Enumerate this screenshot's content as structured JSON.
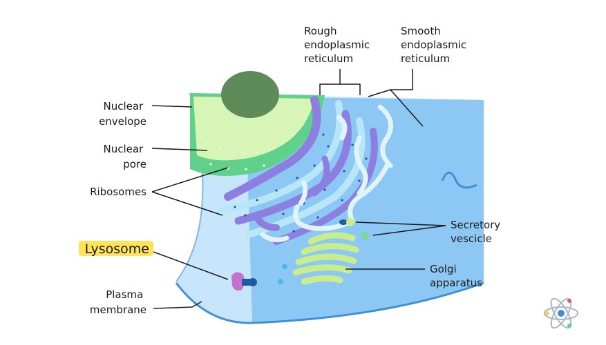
{
  "diagram": {
    "labels": {
      "rough_er": [
        "Rough",
        "endoplasmic",
        "reticulum"
      ],
      "smooth_er": [
        "Smooth",
        "endoplasmic",
        "reticulum"
      ],
      "nuclear_envelope": [
        "Nuclear",
        "envelope"
      ],
      "nuclear_pore": [
        "Nuclear",
        "pore"
      ],
      "ribosomes": [
        "Ribosomes"
      ],
      "lysosome": [
        "Lysosome"
      ],
      "plasma_membrane": [
        "Plasma",
        "membrane"
      ],
      "secretory_vesicle": [
        "Secretory",
        "vescicle"
      ],
      "golgi": [
        "Golgi",
        "apparatus"
      ]
    },
    "highlighted_label": "lysosome",
    "colors": {
      "cytoplasm_light": "#bfe2fa",
      "cytoplasm": "#8cc8f3",
      "membrane": "#3f8fd6",
      "nucleus_outer": "#5fd18a",
      "nucleus_inner": "#d8f5b8",
      "nucleolus": "#5f8a5a",
      "rough_er": "#8d7fe0",
      "smooth_er": "#b9e6f7",
      "golgi": "#c9ec8c",
      "lysosome": "#c86fd2",
      "vesicle_dark": "#1f5a9c",
      "highlight": "#ffe45a"
    },
    "logo_icon": "atom-icon"
  }
}
